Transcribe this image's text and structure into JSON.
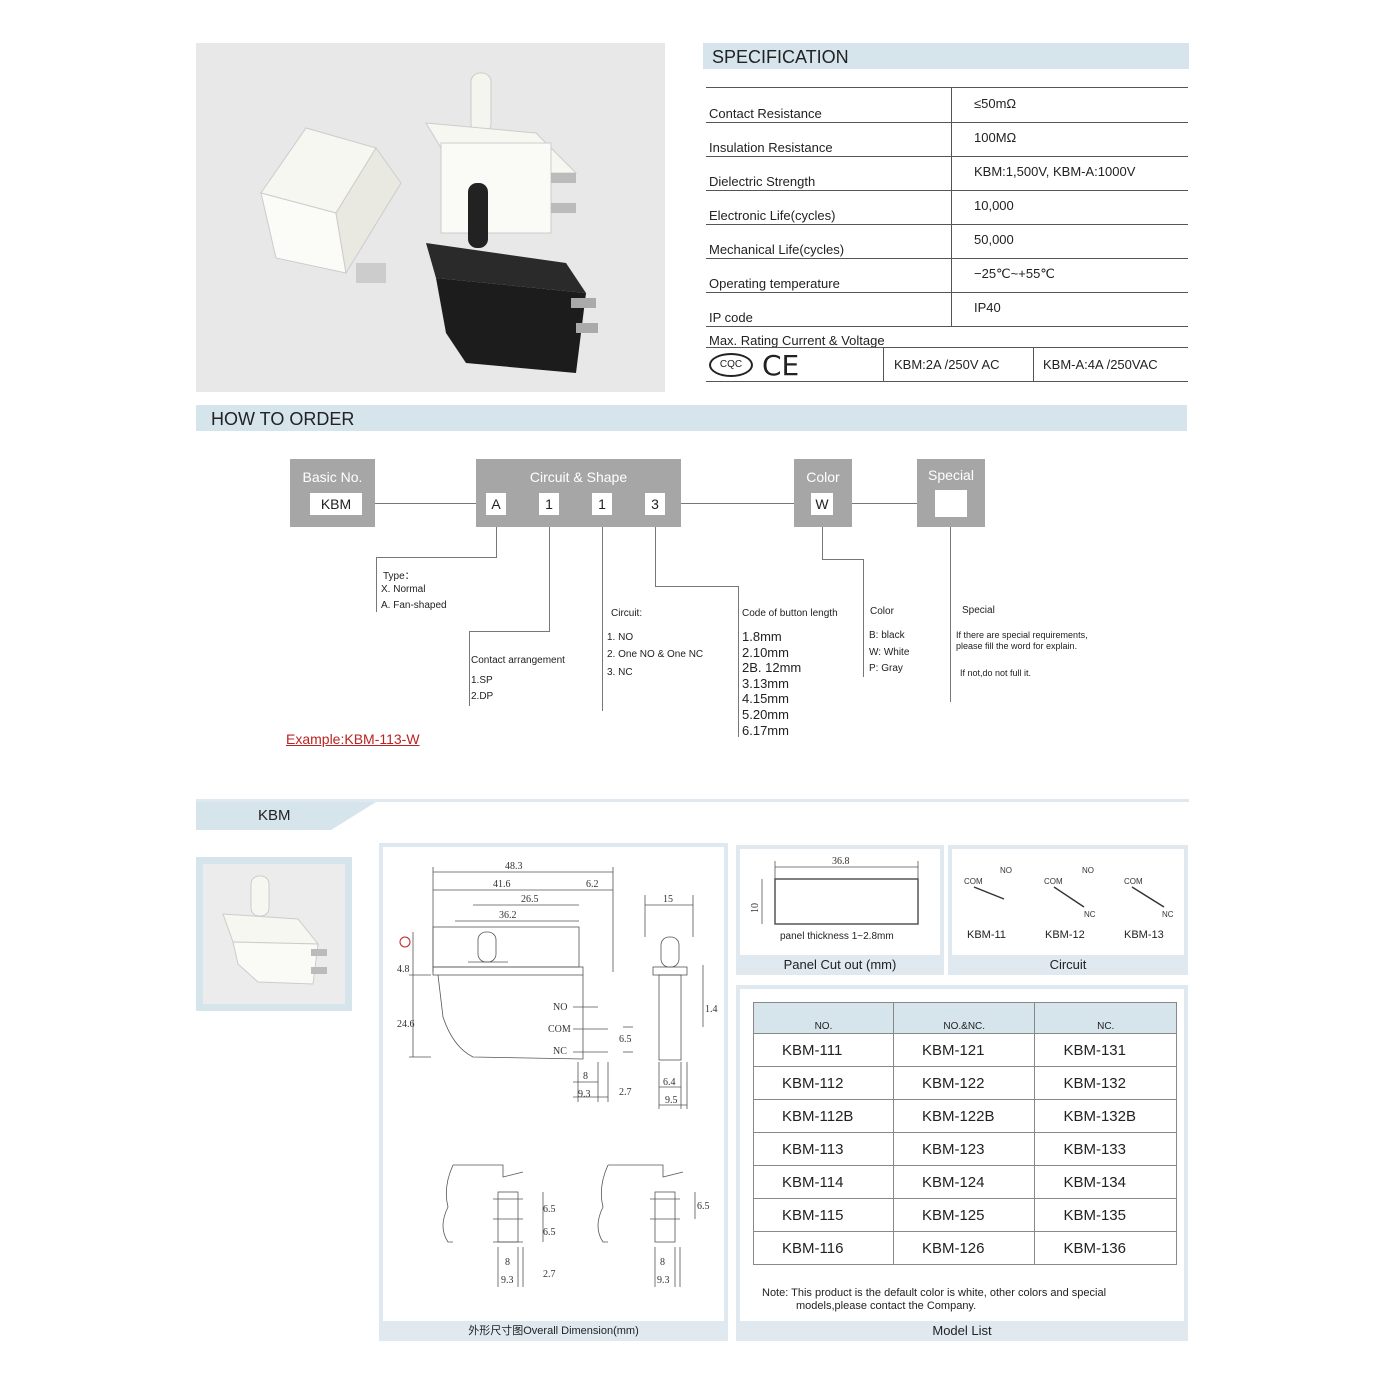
{
  "spec": {
    "title": "SPECIFICATION",
    "rows": [
      {
        "k": "Contact Resistance",
        "v": "≤50mΩ"
      },
      {
        "k": "Insulation Resistance",
        "v": "100MΩ"
      },
      {
        "k": "Dielectric Strength",
        "v": "KBM:1,500V, KBM-A:1000V"
      },
      {
        "k": "Electronic   Life(cycles)",
        "v": "10,000"
      },
      {
        "k": "Mechanical Life(cycles)",
        "v": "50,000"
      },
      {
        "k": "Operating temperature",
        "v": "−25℃~+55℃"
      },
      {
        "k": "IP code",
        "v": "IP40"
      }
    ],
    "rating_label": "Max. Rating Current & Voltage",
    "cqc": "CQC",
    "ce": "CE",
    "rating_kbm": "KBM:2A  /250V AC",
    "rating_kbma": "KBM-A:4A /250VAC"
  },
  "order": {
    "title": "HOW TO ORDER",
    "basic_label": "Basic No.",
    "basic_value": "KBM",
    "circuit_label": "Circuit  & Shape",
    "circuit_values": [
      "A",
      "1",
      "1",
      "3"
    ],
    "color_label": "Color",
    "color_value": "W",
    "special_label": "Special",
    "type_title": "Type：",
    "type_items": [
      "X. Normal",
      "A. Fan-shaped"
    ],
    "contact_title": "Contact arrangement",
    "contact_items": [
      "1.SP",
      "2.DP"
    ],
    "circuit_title": "Circuit:",
    "circuit_items": [
      "1.  NO",
      "2.  One  NO  &  One NC",
      "3.  NC"
    ],
    "button_title": "Code of button length",
    "button_items": [
      "1.8mm",
      "2.10mm",
      "2B. 12mm",
      "3.13mm",
      "4.15mm",
      "5.20mm",
      "6.17mm"
    ],
    "color_title": "Color",
    "color_items": [
      "B: black",
      "W: White",
      "P: Gray"
    ],
    "special_title": "Special",
    "special_text1": "If there are special requirements,",
    "special_text2": "please fill the word for explain.",
    "special_text3": "If not,do not full it.",
    "example": "Example:KBM-113-W"
  },
  "kbm": {
    "title": "KBM",
    "dim_caption": "外形尺寸图Overall Dimension(mm)",
    "dims": {
      "d1": "48.3",
      "d2": "41.6",
      "d3": "6.2",
      "d4": "26.5",
      "d5": "36.2",
      "d6": "4.8",
      "d7": "24.6",
      "d8": "15",
      "d9": "1.4",
      "d10": "6.5",
      "d11": "8",
      "d12": "9.3",
      "d13": "2.7",
      "d14": "6.4",
      "d15": "9.5",
      "d16": "6.5",
      "d17": "6.5",
      "d18": "8",
      "d19": "9.3",
      "d20": "2.7",
      "d21": "6.5",
      "d22": "8",
      "d23": "9.3"
    },
    "pin_no": "NO",
    "pin_com": "COM",
    "pin_nc": "NC",
    "panel_caption": "Panel  Cut out (mm)",
    "panel_w": "36.8",
    "panel_h": "10",
    "panel_thickness": "panel thickness 1~2.8mm",
    "circuit_caption": "Circuit",
    "circuits": [
      "KBM-11",
      "KBM-12",
      "KBM-13"
    ],
    "c_com": "COM",
    "c_no": "NO",
    "c_nc": "NC",
    "model_caption": "Model List",
    "headers": [
      "NO.",
      "NO.&NC.",
      "NC."
    ],
    "rows": [
      [
        "KBM-111",
        "KBM-121",
        "KBM-131"
      ],
      [
        "KBM-112",
        "KBM-122",
        "KBM-132"
      ],
      [
        "KBM-112B",
        "KBM-122B",
        "KBM-132B"
      ],
      [
        "KBM-113",
        "KBM-123",
        "KBM-133"
      ],
      [
        "KBM-114",
        "KBM-124",
        "KBM-134"
      ],
      [
        "KBM-115",
        "KBM-125",
        "KBM-135"
      ],
      [
        "KBM-116",
        "KBM-126",
        "KBM-136"
      ]
    ],
    "note1": "Note: This product is the default color is white, other colors and special",
    "note2": "models,please contact the Company."
  }
}
